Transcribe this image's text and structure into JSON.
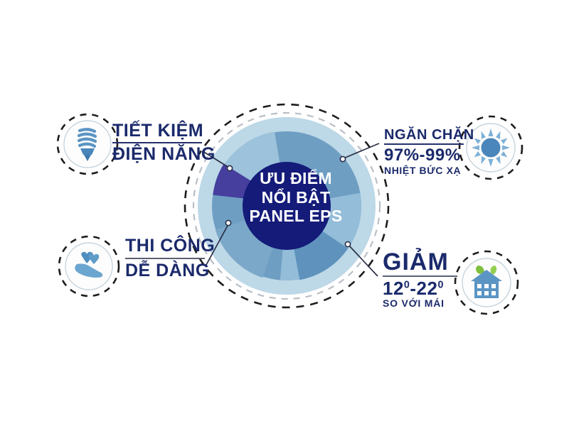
{
  "infographic": {
    "center": {
      "line1": "ƯU ĐIỂM",
      "line2": "NỔI BẬT",
      "line3": "PANEL EPS"
    },
    "labels": {
      "save_energy": {
        "icon": "cfl-bulb-icon",
        "line1": "TIẾT KIỆM",
        "line2": "ĐIỆN NĂNG"
      },
      "easy_build": {
        "icon": "hand-care-icon",
        "line1": "THI CÔNG",
        "line2": "DỄ DÀNG"
      },
      "block_heat": {
        "icon": "sun-icon",
        "line1": "NGĂN CHẶN",
        "line2": "97%-99%",
        "line3": "NHIỆT BỨC XẠ"
      },
      "reduce_temp": {
        "icon": "eco-house-icon",
        "line1": "GIẢM",
        "line2_main": "12",
        "line2_deg1": "0",
        "line2_sep": "-22",
        "line2_deg2": "0",
        "line3": "SO VỚI MÁI"
      }
    },
    "colors": {
      "navy_text": "#1b2a6b",
      "center_disc": "#141b79",
      "ring_light": "#a9cbe0",
      "ring_steel": "#6d9cc1",
      "ring_mid": "#5f90b8",
      "ring_purple": "#463f9e",
      "ring_pale": "#b8d3e5",
      "dash_dark": "#1d1d1d",
      "dash_gray": "#b9bfc6",
      "icon_blue": "#5b95c4",
      "leaf_green": "#7fbf3f"
    }
  }
}
